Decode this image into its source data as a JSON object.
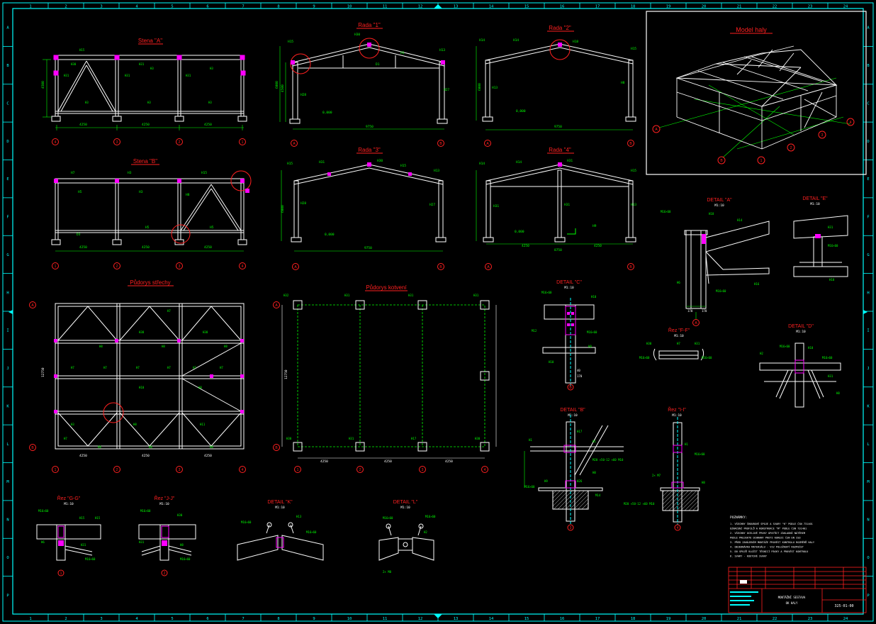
{
  "drawing": {
    "top_ruler": [
      "1",
      "2",
      "3",
      "4",
      "5",
      "6",
      "7",
      "8",
      "9",
      "10",
      "11",
      "12",
      "13",
      "14",
      "15",
      "16",
      "17",
      "18",
      "19",
      "20",
      "21",
      "22",
      "23",
      "24"
    ],
    "side_ruler": [
      "A",
      "B",
      "C",
      "D",
      "E",
      "F",
      "G",
      "H",
      "I",
      "J",
      "K",
      "L",
      "M",
      "N",
      "O",
      "P"
    ],
    "views": {
      "stena_a": "Stena \"A\"",
      "rada_1": "Rada \"1\"",
      "rada_2": "Rada \"2\"",
      "stena_b": "Stena \"B\"",
      "rada_3": "Rada \"3\"",
      "rada_4": "Rada \"4\"",
      "pudorys_strechy": "Půdorys střechy",
      "pudorys_kotveni": "Půdorys kotvení",
      "model": "Model haly",
      "detail_a": "DETAIL \"A\"",
      "detail_c": "DETAIL \"C\"",
      "detail_e": "DETAIL \"E\"",
      "detail_b": "DETAIL \"B\"",
      "detail_d": "DETAIL \"D\"",
      "detail_k": "DETAIL \"K\"",
      "detail_l": "DETAIL \"L\"",
      "rez_ff": "Řez \"F-F\"",
      "rez_gg": "Řez \"G-G\"",
      "rez_jj": "Řez \"J-J\"",
      "rez_ii": "Řez \"I-I\""
    },
    "scale_note": "M1:10",
    "dims": {
      "bay_4250": "4250",
      "span_9750": "9750",
      "span_8750": "8750",
      "height_4500": "4500",
      "height_6000": "6000",
      "level_0": "0,000",
      "width_12750": "12750"
    },
    "axis_labels": [
      "1",
      "2",
      "3",
      "4",
      "A",
      "B"
    ],
    "notes_title": "POZNÁMKY:",
    "notes": [
      "1. VŠECHNY ŠROUBOVÉ SPOJE A SVARY \"K\" PODLE ČSN 731401",
      "   OZNAČENÍ PROFILŮ A KONSTRUKCE \"M\" PODLE ČSN 731401",
      "2. VŠECHNY OCELOVÉ PRVKY OPATŘIT ZÁKLADNÍ NÁTĚREM",
      "   PODLE PROJEKTU OCHRANY PROTI KOROZI ČSN EN ISO",
      "3. PŘED ZAHÁJENÍM MONTÁŽE PROVÉST KONTROLU ROZMĚRŮ HALY",
      "4. OBJEDNÁVKA MATERIÁLU - VIZ POLOŽKOVÝ ROZPOČET",
      "5. DO SPOJŮ VLOŽIT TĚSNICÍ PÁSKY A PROVÉST KONTROLU",
      "6. SVARY - KOUTOVÉ SVARY"
    ],
    "title_block": {
      "drawing_title": "MONTÁŽNÍ SESTAVA",
      "drawing_subtitle": "OK HALY",
      "drawing_number": "325-01-00"
    }
  }
}
